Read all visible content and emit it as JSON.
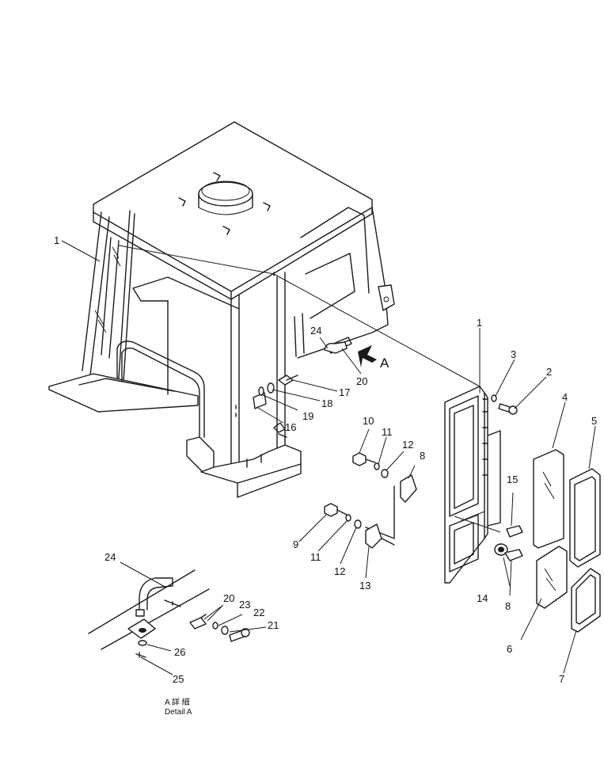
{
  "labels": {
    "l1a": "1",
    "l1b": "1",
    "l2": "2",
    "l3": "3",
    "l4": "4",
    "l5": "5",
    "l6": "6",
    "l7": "7",
    "l8a": "8",
    "l8b": "8",
    "l9": "9",
    "l10": "10",
    "l11a": "11",
    "l11b": "11",
    "l12a": "12",
    "l12b": "12",
    "l13": "13",
    "l14": "14",
    "l15": "15",
    "l16": "16",
    "l17": "17",
    "l18": "18",
    "l19": "19",
    "l20a": "20",
    "l20b": "20",
    "l21": "21",
    "l22": "22",
    "l23": "23",
    "l24a": "24",
    "l24b": "24",
    "l25": "25",
    "l26": "26"
  },
  "view_marker": "A",
  "caption": {
    "line1": "A 詳 細",
    "line2": "Detail A"
  }
}
